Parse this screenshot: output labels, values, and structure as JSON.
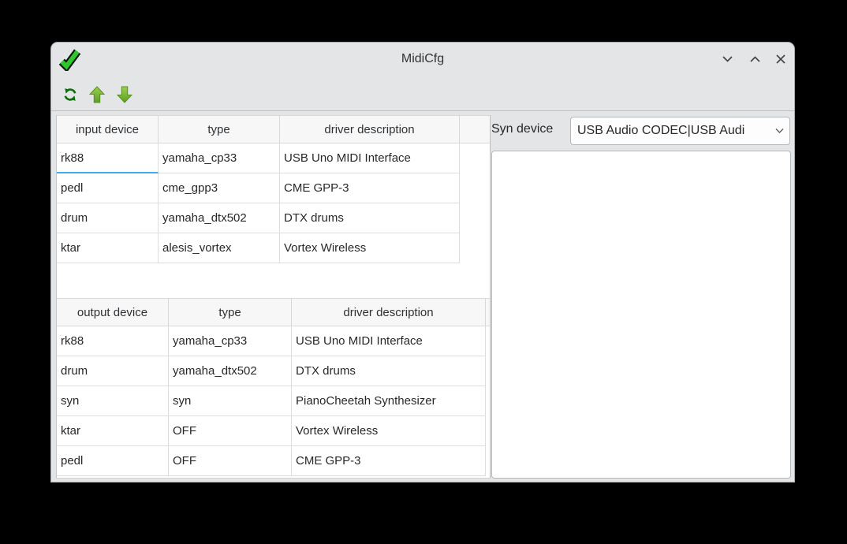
{
  "window": {
    "title": "MidiCfg",
    "controls": {
      "minimize": "chevron-down",
      "maximize": "chevron-up",
      "close": "x"
    }
  },
  "toolbar": {
    "buttons": [
      {
        "id": "refresh",
        "icon": "recycle-icon"
      },
      {
        "id": "move-up",
        "icon": "arrow-up-icon"
      },
      {
        "id": "move-down",
        "icon": "arrow-down-icon"
      }
    ]
  },
  "input_table": {
    "headers": [
      "input device",
      "type",
      "driver description"
    ],
    "rows": [
      [
        "rk88",
        "yamaha_cp33",
        "USB Uno MIDI Interface"
      ],
      [
        "pedl",
        "cme_gpp3",
        "CME GPP-3"
      ],
      [
        "drum",
        "yamaha_dtx502",
        "DTX drums"
      ],
      [
        "ktar",
        "alesis_vortex",
        "Vortex Wireless"
      ]
    ],
    "focused_cell": {
      "row": 0,
      "col": 0
    }
  },
  "output_table": {
    "headers": [
      "output device",
      "type",
      "driver description"
    ],
    "rows": [
      [
        "rk88",
        "yamaha_cp33",
        "USB Uno MIDI Interface"
      ],
      [
        "drum",
        "yamaha_dtx502",
        "DTX drums"
      ],
      [
        "syn",
        "syn",
        "PianoCheetah Synthesizer"
      ],
      [
        "ktar",
        "OFF",
        "Vortex Wireless"
      ],
      [
        "pedl",
        "OFF",
        "CME GPP-3"
      ]
    ]
  },
  "syn_device": {
    "label": "Syn device",
    "value": "USB Audio CODEC|USB Audi"
  },
  "colors": {
    "focus_underline": "#3daee9",
    "check_green": "#2ec82e",
    "arrow_green": "#6fae2e",
    "recycle_green": "#0a700a",
    "chrome_gray": "#e4e5e6"
  }
}
